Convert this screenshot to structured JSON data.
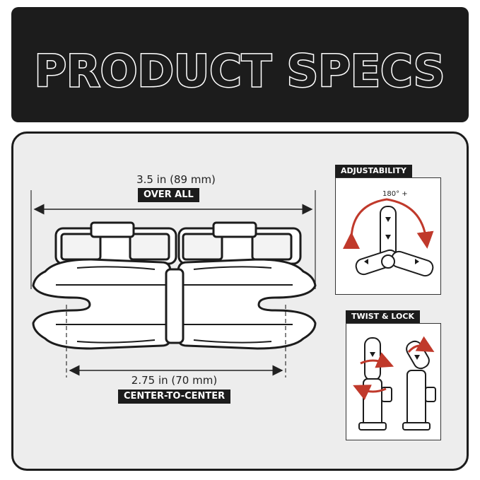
{
  "banner": {
    "title": "PRODUCT SPECS"
  },
  "overall": {
    "measure": "3.5 in (89 mm)",
    "label": "OVER ALL"
  },
  "center": {
    "measure": "2.75 in (70 mm)",
    "label": "CENTER-TO-CENTER"
  },
  "adjust": {
    "title": "ADJUSTABILITY",
    "angle": "180° +"
  },
  "twist": {
    "title": "TWIST & LOCK"
  },
  "colors": {
    "dark": "#1c1c1c",
    "panel": "#ededed",
    "accent": "#c0392b"
  }
}
